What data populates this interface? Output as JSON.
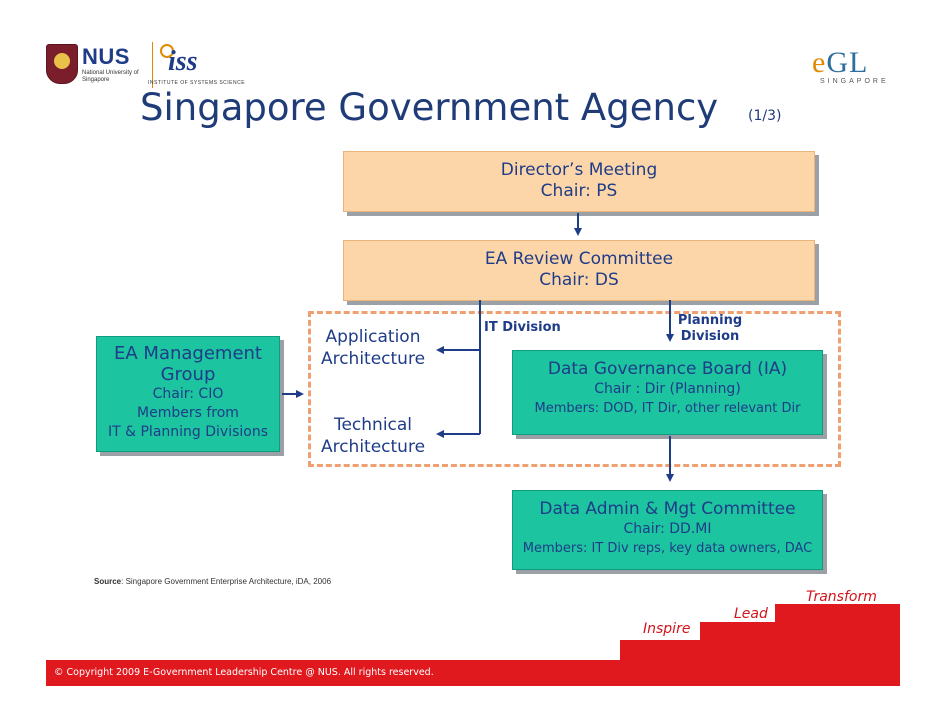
{
  "header": {
    "nus_logo_text": "NUS",
    "nus_logo_sub": "National University of Singapore",
    "iss_logo_text": "iss",
    "iss_logo_sub": "INSTITUTE OF SYSTEMS SCIENCE",
    "egl_logo_text_e": "e",
    "egl_logo_text_gl": "GL",
    "egl_logo_sub": "SINGAPORE",
    "title": "Singapore Government Agency",
    "title_suffix": "(1/3)"
  },
  "diagram": {
    "directors_meeting": {
      "title": "Director’s Meeting",
      "chair": "Chair: PS"
    },
    "ea_review": {
      "title": "EA Review Committee",
      "chair": "Chair: DS"
    },
    "ea_management": {
      "line1": "EA Management",
      "line2": "Group",
      "line3": "Chair: CIO",
      "line4": "Members from",
      "line5": "IT & Planning Divisions"
    },
    "application_architecture": {
      "line1": "Application",
      "line2": "Architecture"
    },
    "technical_architecture": {
      "line1": "Technical",
      "line2": "Architecture"
    },
    "it_division": "IT Division",
    "planning_division": {
      "line1": "Planning",
      "line2": "Division"
    },
    "data_governance": {
      "title": "Data Governance Board (IA)",
      "chair": "Chair : Dir (Planning)",
      "members": "Members: DOD, IT Dir, other relevant Dir"
    },
    "data_admin": {
      "title": "Data Admin & Mgt Committee",
      "chair": "Chair: DD.MI",
      "members": "Members: IT Div reps, key data owners, DAC"
    }
  },
  "source": {
    "label": "Source",
    "text": ": Singapore Government Enterprise Architecture, iDA, 2006"
  },
  "stairs": {
    "step1": "Inspire",
    "step2": "Lead",
    "step3": "Transform"
  },
  "footer": {
    "copyright": "© Copyright 2009  E-Government Leadership Centre @ NUS.  All rights reserved."
  },
  "colors": {
    "title_blue": "#1f3c78",
    "orange_box": "#fcd6a9",
    "teal_box": "#1cc4a0",
    "footer_red": "#e0191f",
    "arrow_blue": "#1f3c88",
    "dashed_border": "#f0a070"
  }
}
